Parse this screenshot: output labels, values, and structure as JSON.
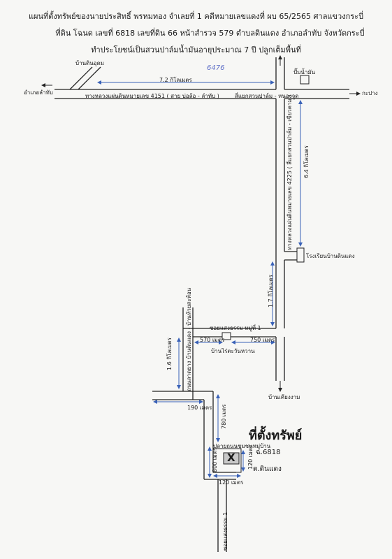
{
  "header": {
    "line1": "แผนที่ตั้งทรัพย์ของนายประสิทธิ์ พรหมทอง จำเลยที่ 1 คดีหมายเลขแดงที่ ผบ 65/2565 ศาลแขวงกระบี่",
    "line2": "ที่ดิน โฉนด เลขที่ 6818 เลขที่ดิน 66 หน้าสำรวจ 579 ตำบลดินแดง อำเภอลำทับ จังหวัดกระบี่",
    "line3": "ทำประโยชน์เป็นสวนปาล์มน้ำมันอายุประมาณ 7 ปี ปลูกเต็มพื้นที่"
  },
  "places": {
    "ban_din_udom": "บ้านดินอุดม",
    "amphoe_lamthap": "อำเภอลำทับ",
    "krabi_west": "กะปาง",
    "highway_4151": "ทางหลวงแผ่นดินหมายเลข 4151 ( สาย บ่อล้อ - ลำทับ )",
    "junction": "สี่แยกสวนปาล์ม - หนองจูด",
    "gas_station": "ปั๊มน้ำมัน",
    "highway_4225": "ทางหลวงแผ่นดินหมายเลข 4225 ( สี่แยกสวนปาล์ม - เขียวคาม )",
    "school": "โรงเรียนบ้านดินแดง",
    "soi_sawangtham": "ซอยแสงธรรม หมู่ที่ 1",
    "ban_rai_ta": "บ้านไร่ตะวันหวาน",
    "local_road": "ถนนลาดยาง บ้านดินแดง - บ้านห้วยสะท้อน",
    "ban_khiang_ngam": "บ้านเคียงงาม",
    "village_end": "ปลายถนนชุมชนหมู่บ้าน",
    "soi_bottom": "ซอยแสงธรรม 1"
  },
  "distances": {
    "d_7_2": "7.2 กิโลเมตร",
    "d_6_4": "6.4 กิโลเมตร",
    "d_1_7": "1.7 กิโลเมตร",
    "d_570": "570 เมตร",
    "d_750": "750 เมตร",
    "d_1_6": "1.6 กิโลเมตร",
    "d_190": "190 เมตร",
    "d_780": "780 เมตร",
    "d_800": "800 เมตร",
    "d_120a": "120 เมตร",
    "d_120b": "120 เมตร"
  },
  "property": {
    "title": "ที่ตั้งทรัพย์",
    "deed": "ฉ.6818",
    "subdistrict": "ต.ดินแดง",
    "marker": "X"
  },
  "handwritten_note": "6476",
  "colors": {
    "road": "#222222",
    "arrow": "#3a62b8",
    "bg": "#f7f7f5"
  }
}
